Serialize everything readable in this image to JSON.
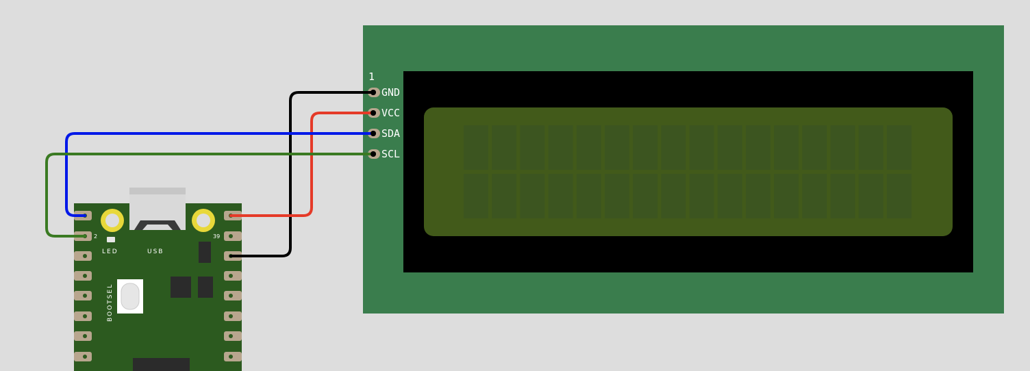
{
  "lcd": {
    "pin_number": "1",
    "pins": [
      "GND",
      "VCC",
      "SDA",
      "SCL"
    ],
    "rows": 2,
    "cols": 16,
    "colors": {
      "pcb": "#3a7d4d",
      "bezel": "#000000",
      "screen": "#425a1a",
      "cell": "#3c5520"
    }
  },
  "pico": {
    "labels": {
      "led": "LED",
      "usb": "USB",
      "bootsel": "BOOTSEL",
      "pin_left": "2",
      "pin_right": "39"
    },
    "colors": {
      "board": "#2c5a1f",
      "pad": "#b8a68e",
      "mount": "#e8d83a",
      "usb": "#d9d9d9"
    }
  },
  "wires": [
    {
      "signal": "GND",
      "color": "#000000"
    },
    {
      "signal": "VCC",
      "color": "#e53a28"
    },
    {
      "signal": "SDA",
      "color": "#0018e8"
    },
    {
      "signal": "SCL",
      "color": "#3a7a22"
    }
  ]
}
